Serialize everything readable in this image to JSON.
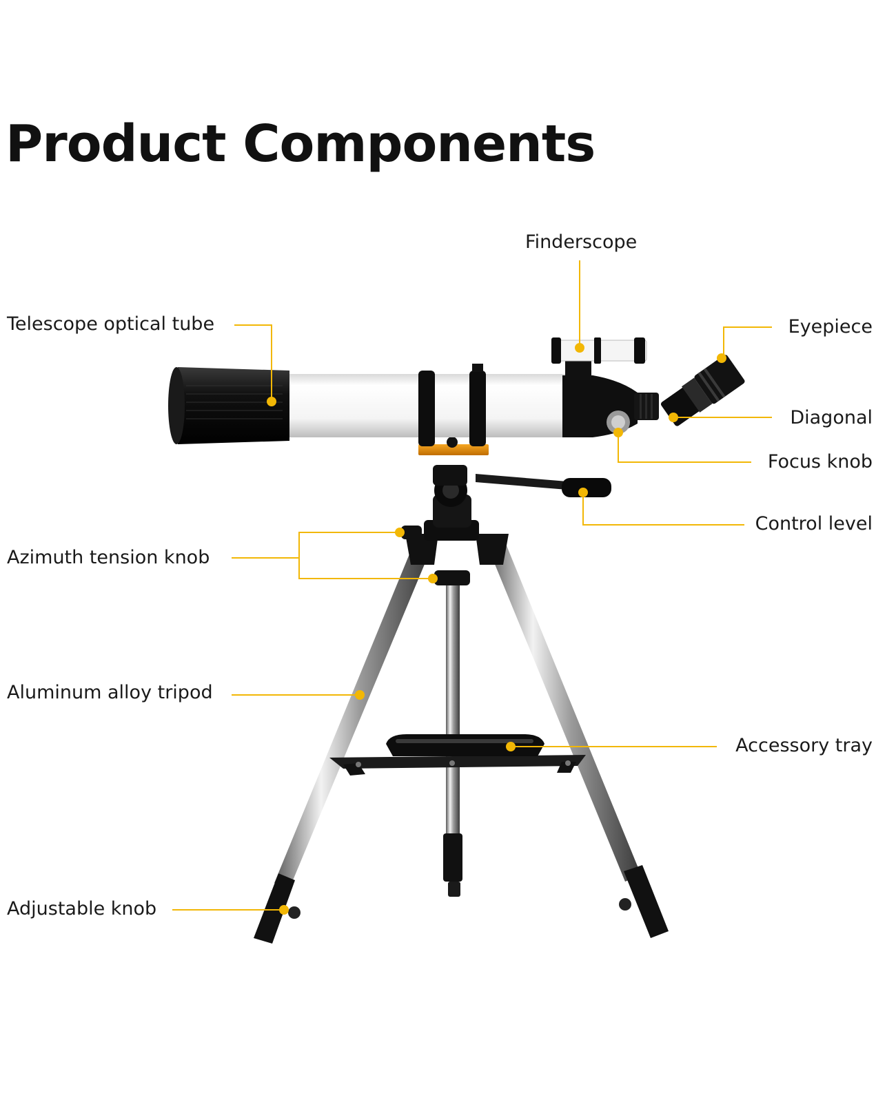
{
  "title": "Product Components",
  "accent_color": "#f2b705",
  "labels": {
    "finderscope": "Finderscope",
    "optical_tube": "Telescope optical tube",
    "eyepiece": "Eyepiece",
    "diagonal": "Diagonal",
    "focus_knob": "Focus knob",
    "control_level": "Control level",
    "azimuth_knob": "Azimuth tension knob",
    "tripod": "Aluminum alloy tripod",
    "accessory_tray": "Accessory tray",
    "adjustable_knob": "Adjustable knob"
  }
}
